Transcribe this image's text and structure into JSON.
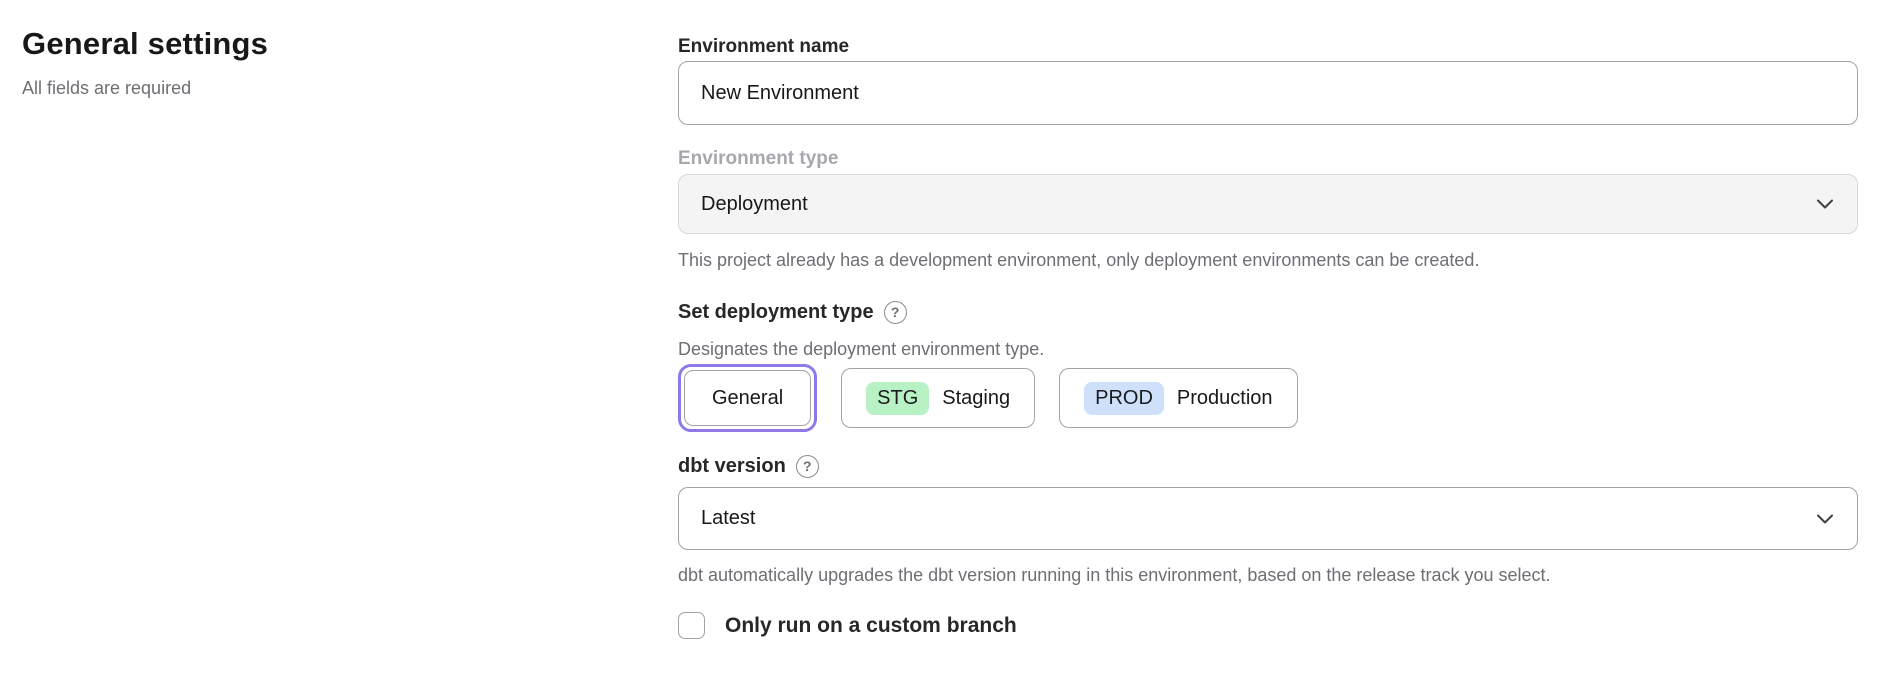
{
  "page": {
    "title": "General settings",
    "subtitle": "All fields are required"
  },
  "form": {
    "environment_name": {
      "label": "Environment name",
      "value": "New Environment"
    },
    "environment_type": {
      "label": "Environment type",
      "value": "Deployment",
      "disabled": true,
      "helper": "This project already has a development environment, only deployment environments can be created."
    },
    "deployment_type": {
      "heading": "Set deployment type",
      "description": "Designates the deployment environment type.",
      "options": [
        {
          "label": "General",
          "selected": true
        },
        {
          "badge": "STG",
          "label": "Staging",
          "selected": false
        },
        {
          "badge": "PROD",
          "label": "Production",
          "selected": false
        }
      ]
    },
    "dbt_version": {
      "heading": "dbt version",
      "value": "Latest",
      "helper": "dbt automatically upgrades the dbt version running in this environment, based on the release track you select."
    },
    "custom_branch": {
      "label": "Only run on a custom branch",
      "checked": false
    }
  },
  "icons": {
    "help": "?"
  },
  "colors": {
    "selected_ring": "#8f79e9",
    "staging_badge": "#b8f1c4",
    "production_badge": "#cfe0fb",
    "disabled_field_bg": "#f4f4f5",
    "helper_text": "#6e6e74",
    "border": "#a3a3a9"
  }
}
